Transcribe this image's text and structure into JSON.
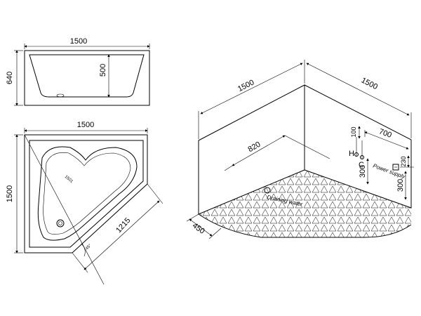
{
  "front_view": {
    "width_label": "1500",
    "height_label": "640",
    "depth_label": "500"
  },
  "top_view": {
    "width_label": "1500",
    "height_label": "1500",
    "diagonal_label": "1215",
    "angle_label": "45°",
    "radius_label": "1501"
  },
  "install_view": {
    "left_wall_label": "1500",
    "right_wall_label": "1500",
    "inner_offset_label": "820",
    "pipe_height_label": "100",
    "pipe_offset_label": "700",
    "hot_label": "H",
    "cold_label": "C",
    "pipe_vertical_label": "300",
    "socket_height_label": "230",
    "socket_vertical_label": "300",
    "power_label": "Power supply",
    "drain_label": "Draining water",
    "front_offset_label": "450"
  }
}
